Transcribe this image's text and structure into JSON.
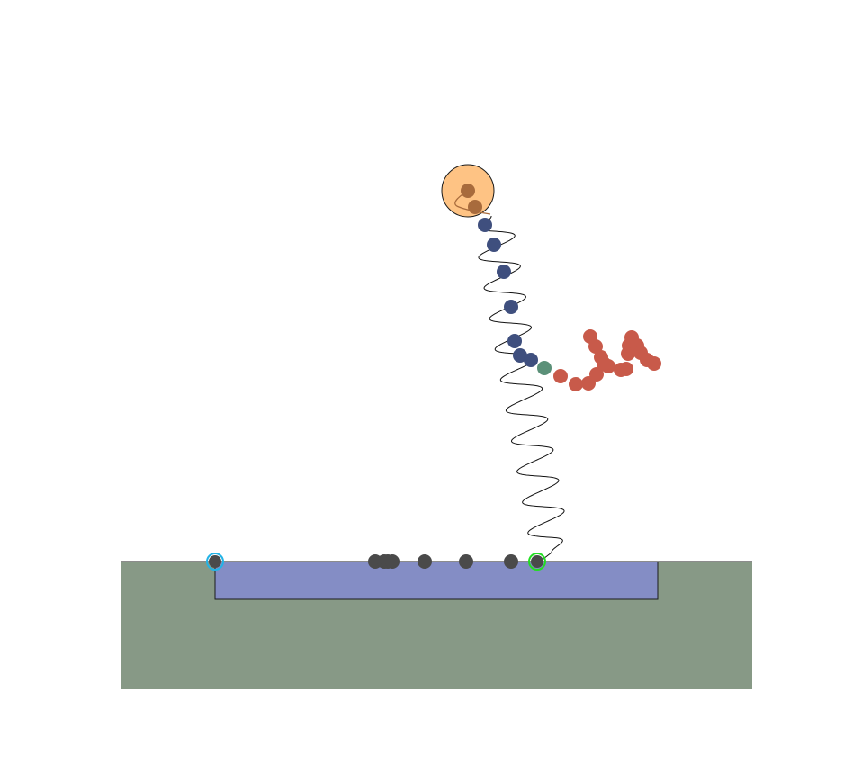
{
  "scene": {
    "type": "physics-simulation",
    "colors": {
      "background": "#ffffff",
      "ground": "#879986",
      "platform": "#848dc5",
      "outline": "#1a1a1a",
      "head": "#fec384",
      "head_dot": "#a86b3c",
      "spine_dot": "#3f4f7e",
      "joint_dot": "#5b9078",
      "arm_dot": "#c85a4a",
      "base_dot": "#4a4a4a",
      "left_anchor_ring": "#22b3e6",
      "right_anchor_ring": "#22dd22"
    },
    "icons": {
      "head": "circle-head-icon",
      "spring": "spring-coil-icon",
      "left_anchor": "ring-anchor-icon",
      "right_anchor": "ring-anchor-icon"
    },
    "bodies": {
      "head": "head",
      "spine": "spine-segments",
      "joint": "shoulder-joint",
      "arm": "arm-chain",
      "base": "base-track-points"
    }
  }
}
